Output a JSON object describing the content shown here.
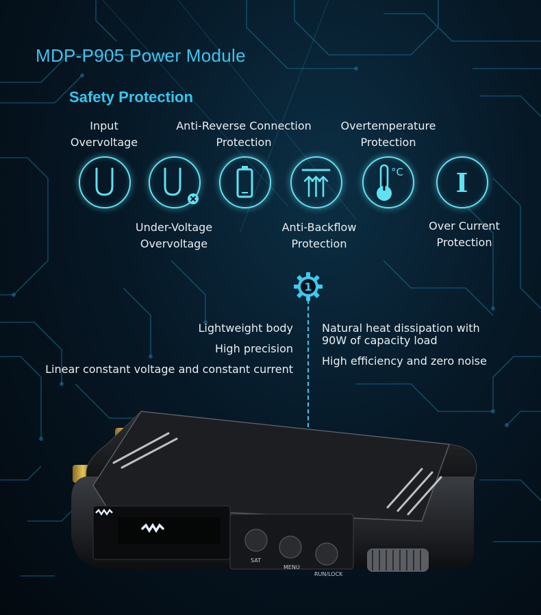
{
  "header": {
    "title": "MDP-P905 Power Module",
    "section_title": "Safety Protection"
  },
  "protections": [
    {
      "icon": "u-voltage-icon",
      "label_line1": "Input",
      "label_line2": "Overvoltage"
    },
    {
      "icon": "u-undervoltage-x-icon",
      "label_line1": "Under-Voltage",
      "label_line2": "Overvoltage"
    },
    {
      "icon": "battery-icon",
      "label_line1": "Anti-Reverse Connection",
      "label_line2": "Protection"
    },
    {
      "icon": "up-arrows-icon",
      "label_line1": "Anti-Backflow",
      "label_line2": "Protection"
    },
    {
      "icon": "thermometer-icon",
      "label_line1": "Overtemperature",
      "label_line2": "Protection"
    },
    {
      "icon": "current-i-icon",
      "label_line1": "Over Current",
      "label_line2": "Protection"
    }
  ],
  "icon_text": {
    "celsius": "°C",
    "current": "I"
  },
  "features_left": [
    "Lightweight body",
    "High precision",
    "Linear constant voltage and constant current"
  ],
  "features_right": [
    "Natural heat dissipation with",
    "90W of capacity load",
    "High efficiency and zero noise"
  ],
  "marker": {
    "number": "1"
  },
  "device": {
    "buttons": [
      "SAT",
      "MENU",
      "RUN/LOCK"
    ]
  },
  "colors": {
    "accent": "#35c6ee",
    "icon_stroke": "#5fe1f2",
    "text": "#e9eef2"
  }
}
